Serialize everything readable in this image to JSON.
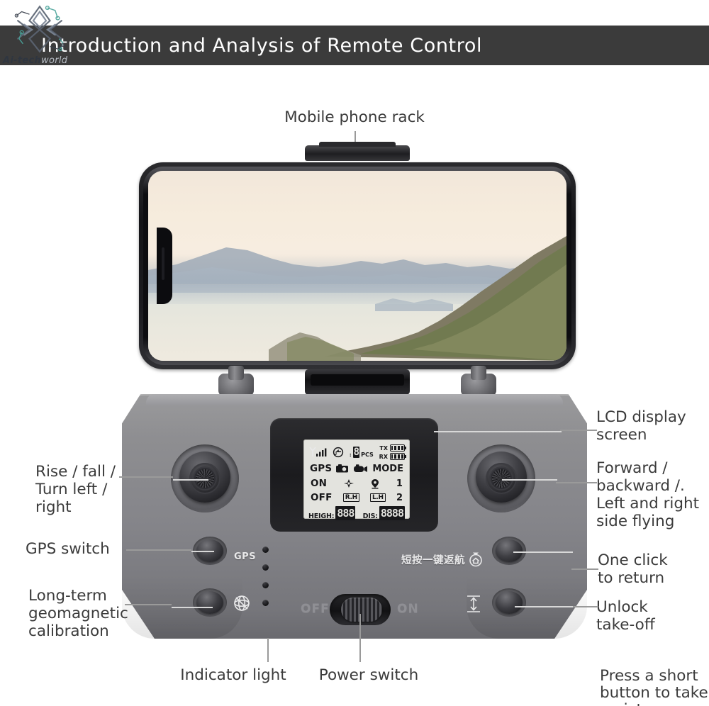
{
  "banner": {
    "title": "Introduction and Analysis of Remote Control"
  },
  "watermark": {
    "brand_bold": "Ai-tech",
    "brand_light": "world",
    "logo_icon": "circuit-star-logo-icon"
  },
  "callouts": {
    "phone_rack": "Mobile phone rack",
    "lcd_display": "LCD display\nscreen",
    "left_stick": "Rise / fall /\nTurn left /\nright",
    "right_stick": "Forward /\nbackward /.\nLeft and right\nside flying",
    "gps_switch": "GPS switch",
    "geomagnetic": "Long-term\ngeomagnetic\ncalibration",
    "one_click_return": "One click\nto return",
    "unlock_takeoff": "Unlock\ntake-off",
    "indicator_light": "Indicator light",
    "power_switch": "Power switch",
    "short_button_photo": "Press a short\nbutton to take\na picture"
  },
  "lcd": {
    "signal_icon": "signal-bars-icon",
    "satellite_icon": "satellite-lock-icon",
    "sat_count": "8",
    "sat_unit": "PCS",
    "tx_label": "TX",
    "rx_label": "RX",
    "tx_battery_icon": "battery-icon",
    "rx_battery_icon": "battery-icon",
    "gps_label": "GPS",
    "camera_icon": "photo-camera-icon",
    "video_icon": "video-camera-icon",
    "mode_label": "MODE",
    "on_label": "ON",
    "compass_icon": "compass-icon",
    "location_icon": "location-pin-icon",
    "mode_1": "1",
    "off_label": "OFF",
    "rh_label": "R.H",
    "lh_label": "L.H",
    "mode_2": "2",
    "height_label": "HEIGH:",
    "height_value": "888",
    "distance_label": "DIS:",
    "distance_value": "8888"
  },
  "controller": {
    "gps_button_legend": "GPS",
    "geomagnetic_icon": "geomagnetic-calibration-icon",
    "return_legend_cn": "短按一键返航",
    "return_home_icon": "return-to-home-icon",
    "takeoff_icon": "unlock-takeoff-icon",
    "power_off_label": "OFF",
    "power_on_label": "ON",
    "indicator_led_count": 4
  },
  "colors": {
    "banner_bg": "#3b3b3b",
    "banner_text": "#ffffff",
    "label_text": "#3b3b3b",
    "shell_light": "#9a9a9c",
    "shell_dark": "#6a6a6f",
    "lcd_bg": "#e3e3de",
    "lcd_ink": "#18181a",
    "leader_line": "#9a9a9a"
  }
}
